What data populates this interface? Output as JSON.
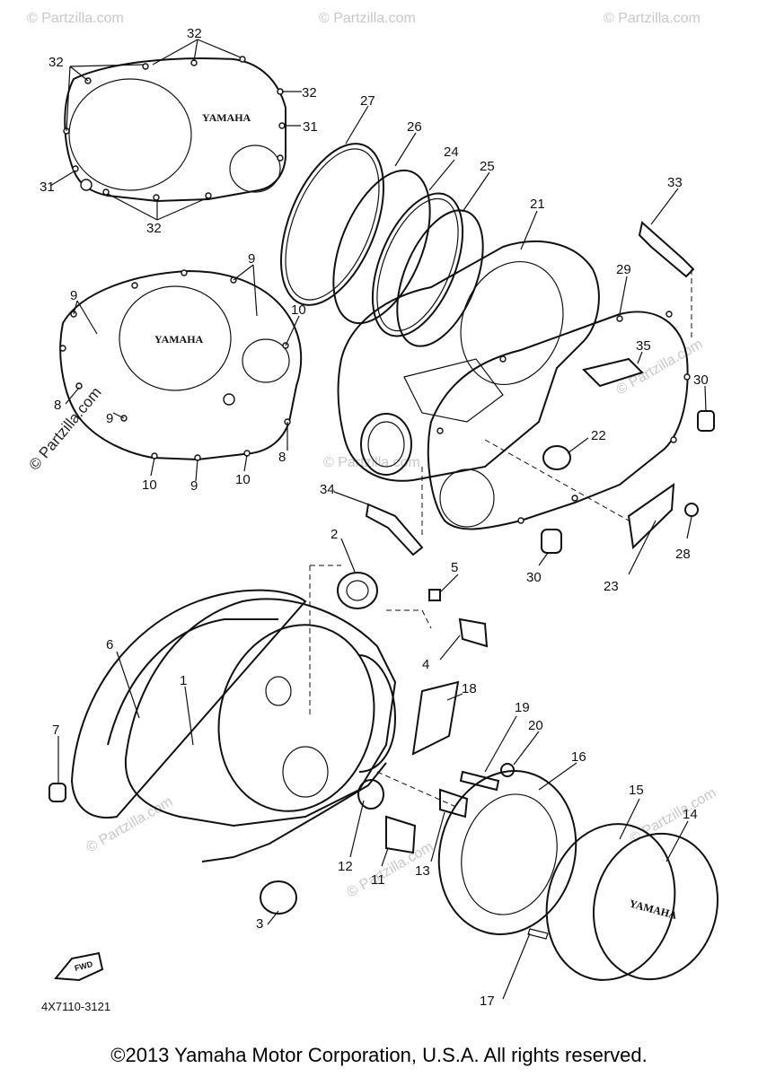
{
  "watermark": "© Partzilla.com",
  "footer": "©2013 Yamaha Motor Corporation, U.S.A. All rights reserved.",
  "diagram_code": "4X7110-3121",
  "fwd_label": "FWD",
  "brand_logo": "YAMAHA",
  "callouts": [
    "1",
    "2",
    "3",
    "4",
    "5",
    "6",
    "7",
    "8",
    "9",
    "10",
    "11",
    "12",
    "13",
    "14",
    "15",
    "16",
    "17",
    "18",
    "19",
    "20",
    "21",
    "22",
    "23",
    "24",
    "25",
    "26",
    "27",
    "28",
    "29",
    "30",
    "31",
    "32",
    "33",
    "34",
    "35"
  ]
}
